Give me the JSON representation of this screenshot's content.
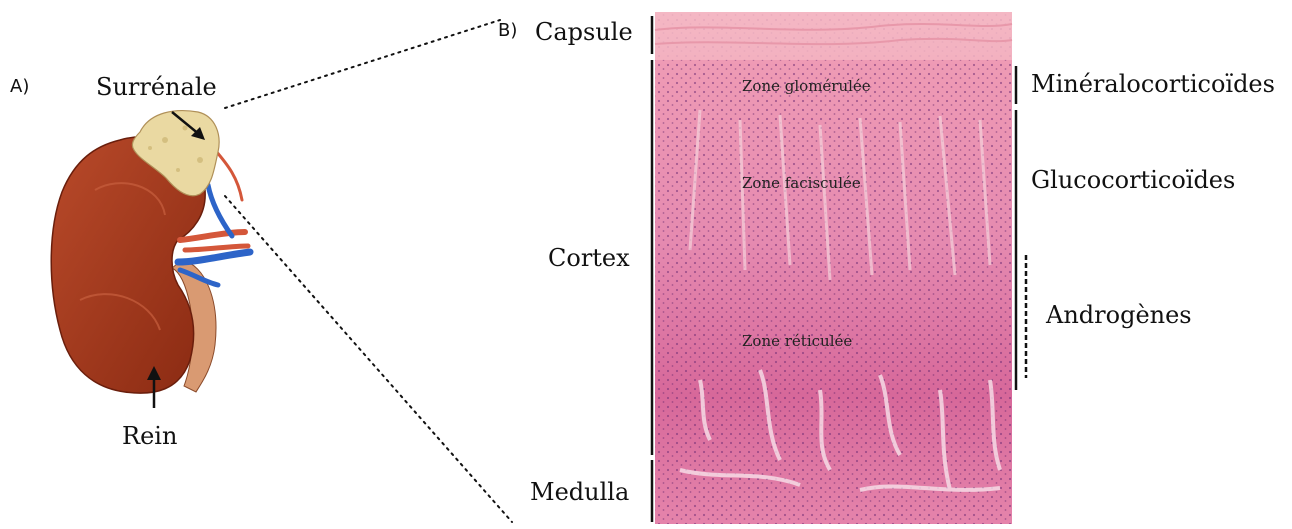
{
  "panel_a": {
    "tag": "A)",
    "surrenale": "Surrénale",
    "rein": "Rein"
  },
  "panel_b": {
    "tag": "B)",
    "left_labels": {
      "capsule": "Capsule",
      "cortex": "Cortex",
      "medulla": "Medulla"
    },
    "zones": {
      "glomerulee": "Zone glomérulée",
      "fasciculee": "Zone facisculée",
      "reticulee": "Zone réticulée"
    },
    "right_labels": {
      "mineralo": "Minéralocorticoïdes",
      "gluco": "Glucocorticoïdes",
      "andro": "Androgènes"
    }
  },
  "colors": {
    "kidney": "#a8391e",
    "adrenal": "#e8d9a6",
    "vein": "#2d64c8",
    "artery": "#d4573a",
    "tissue": "#e890b0",
    "capsule": "#f3b5c2"
  }
}
